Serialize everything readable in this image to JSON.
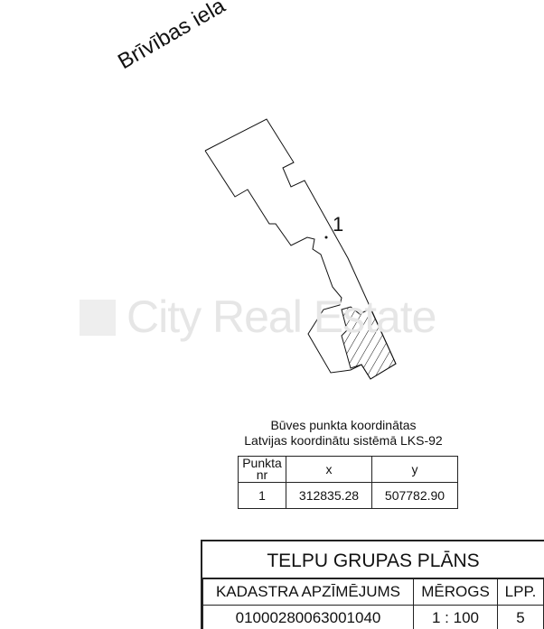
{
  "street_name": "Brīvības iela",
  "watermark": "City Real Estate",
  "point_label": "1",
  "coordinates": {
    "title_line1": "Būves punkta koordinātas",
    "title_line2": "Latvijas koordinātu sistēmā LKS-92",
    "headers": [
      "Punkta nr",
      "x",
      "y"
    ],
    "rows": [
      [
        "1",
        "312835.28",
        "507782.90"
      ]
    ]
  },
  "title_block": {
    "title": "TELPU GRUPAS PLĀNS",
    "headers": [
      "KADASTRA APZĪMĒJUMS",
      "MĒROGS",
      "LPP."
    ],
    "values": [
      "01000280063001040",
      "1 : 100",
      "5"
    ]
  }
}
